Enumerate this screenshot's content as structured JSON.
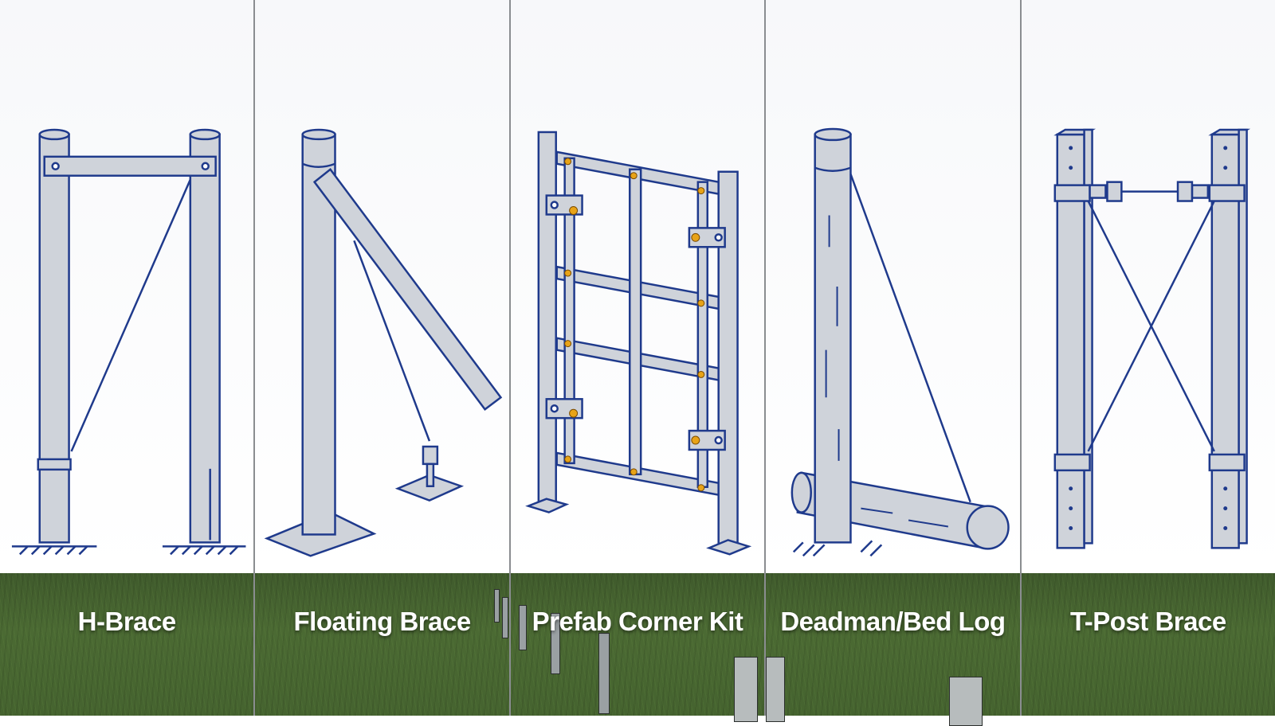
{
  "panels": [
    {
      "label": "H-Brace"
    },
    {
      "label": "Floating Brace"
    },
    {
      "label": "Prefab Corner Kit"
    },
    {
      "label": "Deadman/Bed Log"
    },
    {
      "label": "T-Post Brace"
    }
  ],
  "colors": {
    "line": "#1f3a8c",
    "fill": "#cfd3da",
    "bolt": "#e8a317",
    "grass": "#4b6a33"
  }
}
